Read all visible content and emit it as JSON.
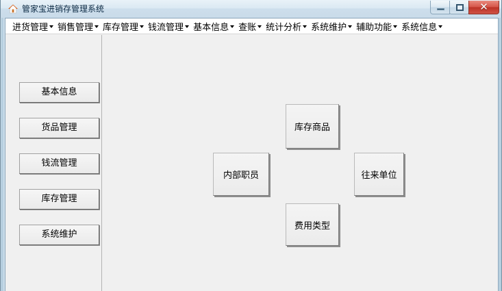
{
  "window": {
    "title": "管家宝进销存管理系统",
    "icon": "home-icon",
    "controls": {
      "minimize_label": "–",
      "maximize_label": "□",
      "close_label": "✕"
    }
  },
  "menubar": {
    "items": [
      {
        "label": "进货管理",
        "has_caret": true
      },
      {
        "label": "销售管理",
        "has_caret": true
      },
      {
        "label": "库存管理",
        "has_caret": true
      },
      {
        "label": "钱流管理",
        "has_caret": true
      },
      {
        "label": "基本信息",
        "has_caret": true
      },
      {
        "label": "查账",
        "has_caret": true
      },
      {
        "label": "统计分析",
        "has_caret": true
      },
      {
        "label": "系统维护",
        "has_caret": true
      },
      {
        "label": "辅助功能",
        "has_caret": true
      },
      {
        "label": "系统信息",
        "has_caret": true
      }
    ]
  },
  "sidebar": {
    "buttons": [
      {
        "label": "基本信息"
      },
      {
        "label": "货品管理"
      },
      {
        "label": "钱流管理"
      },
      {
        "label": "库存管理"
      },
      {
        "label": "系统维护"
      }
    ]
  },
  "main": {
    "boxes": [
      {
        "label": "库存商品",
        "position": "top"
      },
      {
        "label": "内部职员",
        "position": "left"
      },
      {
        "label": "往来单位",
        "position": "right"
      },
      {
        "label": "费用类型",
        "position": "bottom"
      }
    ]
  },
  "colors": {
    "frame": "#c3d7e6",
    "client_bg": "#f0f0f0",
    "menubar_bg": "#ffffff",
    "close_button": "#bc3226",
    "text": "#000000"
  }
}
